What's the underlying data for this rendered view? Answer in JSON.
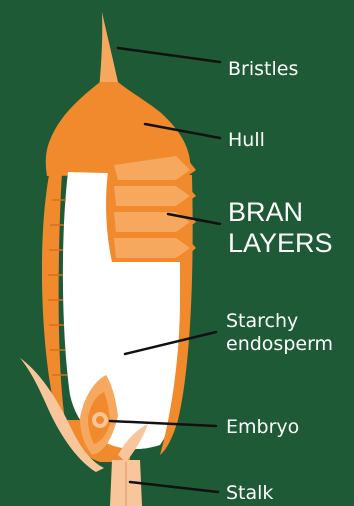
{
  "diagram": {
    "palette": {
      "background": "#1e5a36",
      "hull_orange": "#f08a2c",
      "hull_light": "#f6a85e",
      "bran_peach": "#f4ad78",
      "germ_pale": "#f9c69c",
      "endosperm_white": "#ffffff",
      "pointer_line": "#111111",
      "label_text": "#ffffff"
    },
    "labels": {
      "bristles": "Bristles",
      "hull": "Hull",
      "bran_line1": "BRAN",
      "bran_line2": "LAYERS",
      "starchy_line1": "Starchy",
      "starchy_line2": "endosperm",
      "embryo": "Embryo",
      "stalk": "Stalk"
    }
  }
}
